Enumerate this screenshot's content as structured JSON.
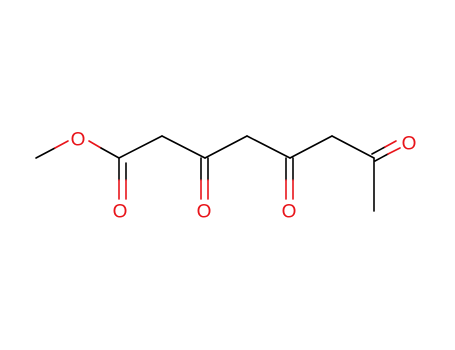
{
  "molecule": {
    "colors": {
      "carbon": "#000000",
      "oxygen": "#e8141a",
      "background": "#ffffff"
    },
    "atoms": [
      {
        "id": "O_ester",
        "symbol": "O"
      },
      {
        "id": "O_carbonyl_1",
        "symbol": "O"
      },
      {
        "id": "O_keto_3",
        "symbol": "O"
      },
      {
        "id": "O_keto_5",
        "symbol": "O"
      },
      {
        "id": "O_keto_7",
        "symbol": "O"
      }
    ]
  }
}
